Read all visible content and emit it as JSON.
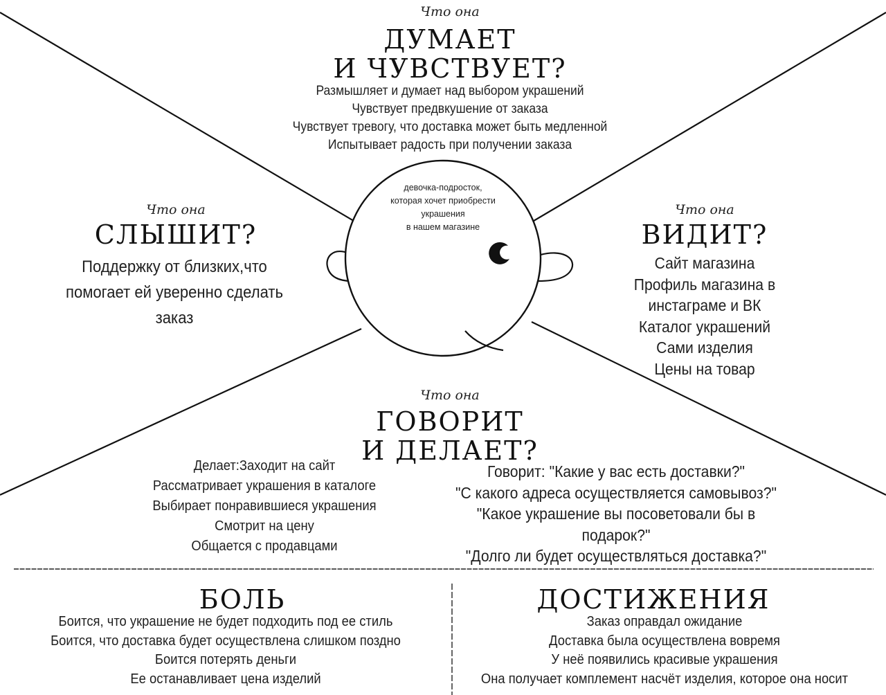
{
  "think": {
    "kicker": "Что она",
    "title_line1": "ДУМАЕТ",
    "title_line2": "И ЧУВСТВУЕТ?",
    "items": [
      "Размышляет и думает над выбором украшений",
      "Чувствует предвкушение от заказа",
      "Чувствует тревогу, что доставка может быть медленной",
      "Испытывает радость при получении заказа"
    ]
  },
  "center": {
    "lines": [
      "девочка-подросток,",
      "которая хочет приобрести",
      "украшения",
      "в нашем магазине"
    ]
  },
  "hear": {
    "kicker": "Что она",
    "title": "СЛЫШИТ?",
    "items": [
      "Поддержку от близких,что",
      "помогает ей уверенно сделать",
      "заказ"
    ]
  },
  "see": {
    "kicker": "Что она",
    "title": "ВИДИТ?",
    "items": [
      "Сайт магазина",
      "Профиль магазина в",
      "инстаграме и ВК",
      "Каталог украшений",
      "Сами изделия",
      "Цены на товар"
    ]
  },
  "say": {
    "kicker": "Что она",
    "title_line1": "ГОВОРИТ",
    "title_line2": "И ДЕЛАЕТ?",
    "does": [
      "Делает:Заходит на сайт",
      "Рассматривает украшения в каталоге",
      "Выбирает понравившиеся украшения",
      "Смотрит на цену",
      "Общается с продавцами"
    ],
    "says": [
      "Говорит: \"Какие у вас есть доставки?\"",
      "\"С какого адреса осуществляется самовывоз?\"",
      "\"Какое украшение вы посоветовали бы в",
      "подарок?\"",
      "\"Долго ли будет осуществляться доставка?\""
    ]
  },
  "pain": {
    "title": "БОЛЬ",
    "items": [
      "Боится, что украшение не будет подходить под ее стиль",
      "Боится, что доставка будет осуществлена слишком поздно",
      "Боится потерять деньги",
      "Ее останавливает цена изделий"
    ]
  },
  "gain": {
    "title": "ДОСТИЖЕНИЯ",
    "items": [
      "Заказ оправдал ожидание",
      "Доставка была осуществлена вовремя",
      "У неё появились красивые украшения",
      "Она получает комплемент насчёт изделия, которое она носит"
    ]
  }
}
